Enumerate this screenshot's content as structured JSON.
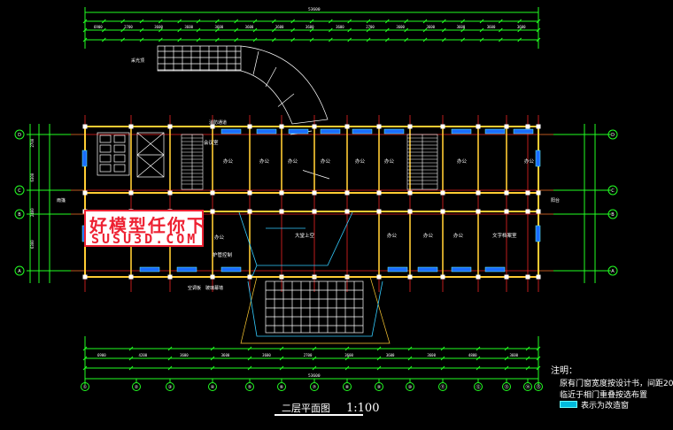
{
  "drawing": {
    "title": "二层平面图",
    "scale": "1:100",
    "watermark_cn": "好模型任你下",
    "watermark_url": "SUSU3D.COM",
    "notes_title": "注明：",
    "notes_line1": "原有门窗宽度按设计书，间距20",
    "notes_line2": "临近于相门重叠按选布置",
    "legend_text": "表示为改造窗"
  },
  "dims": {
    "top_total": "53600",
    "bottom_total": "53600",
    "top_row1": [
      "6900",
      "2700",
      "3600",
      "3600",
      "3600",
      "3600",
      "3600",
      "3600",
      "3600",
      "2700",
      "3600",
      "3600",
      "3600",
      "3600",
      "3600"
    ],
    "bottom_row1": [
      "6900",
      "4200",
      "3600",
      "3600",
      "3600",
      "2700",
      "3600",
      "3600",
      "3600",
      "4800",
      "3600"
    ],
    "left_side": [
      "2700",
      "6300",
      "2400",
      "6300"
    ]
  },
  "axes": {
    "bottom": [
      "①",
      "②",
      "③",
      "④",
      "⑤",
      "⑥",
      "⑦",
      "⑧",
      "⑨",
      "⑩",
      "⑪",
      "⑫",
      "⑬",
      "⑭",
      "⑮"
    ],
    "left": [
      "D",
      "C",
      "B",
      "A"
    ]
  },
  "rooms": {
    "office_a": "办公",
    "office_b": "办公",
    "office_c": "办公",
    "office_d": "办公",
    "office_e": "办公",
    "office_f": "办公",
    "office_g": "办公",
    "office_h": "办公",
    "office_i": "办公",
    "hall": "大堂上空",
    "archive": "文字档案室",
    "meeting": "护管控制",
    "corr1": "会议室",
    "label_glass": "玻璃幕墙",
    "label_canopy": "雨篷",
    "label_kongtiao": "空调板",
    "label_yangtai": "阳台",
    "label_top_canopy": "采光顶",
    "label_fire": "消防通道"
  }
}
